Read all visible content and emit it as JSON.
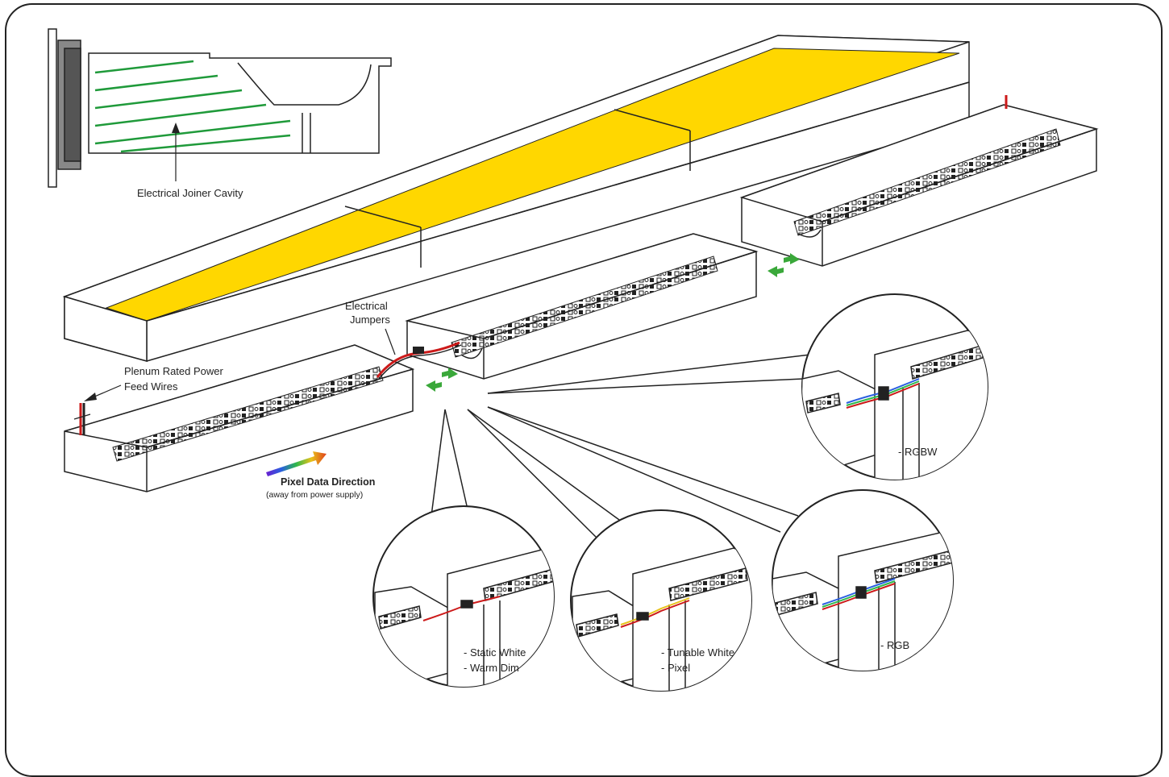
{
  "labels": {
    "joiner_cavity": "Electrical Joiner Cavity",
    "jumpers_line1": "Electrical",
    "jumpers_line2": "Jumpers",
    "plenum_line1": "Plenum Rated Power",
    "plenum_line2": "Feed Wires",
    "pixel_direction": "Pixel Data Direction",
    "pixel_direction_note": "(away from power supply)",
    "detail_rgbw": "- RGBW",
    "detail_static_1": "- Static White",
    "detail_static_2": "- Warm Dim",
    "detail_tunable_1": "- Tunable White",
    "detail_tunable_2": "- Pixel",
    "detail_rgb": "- RGB"
  },
  "colors": {
    "diffuser_yellow": "#FFD700",
    "cavity_green": "#1f9a3a",
    "arrow_green": "#3aa83a",
    "wire_red": "#cc1a1a",
    "outline": "#222222"
  },
  "icons": [
    "gradient-arrow-icon",
    "green-arrow-icon"
  ]
}
